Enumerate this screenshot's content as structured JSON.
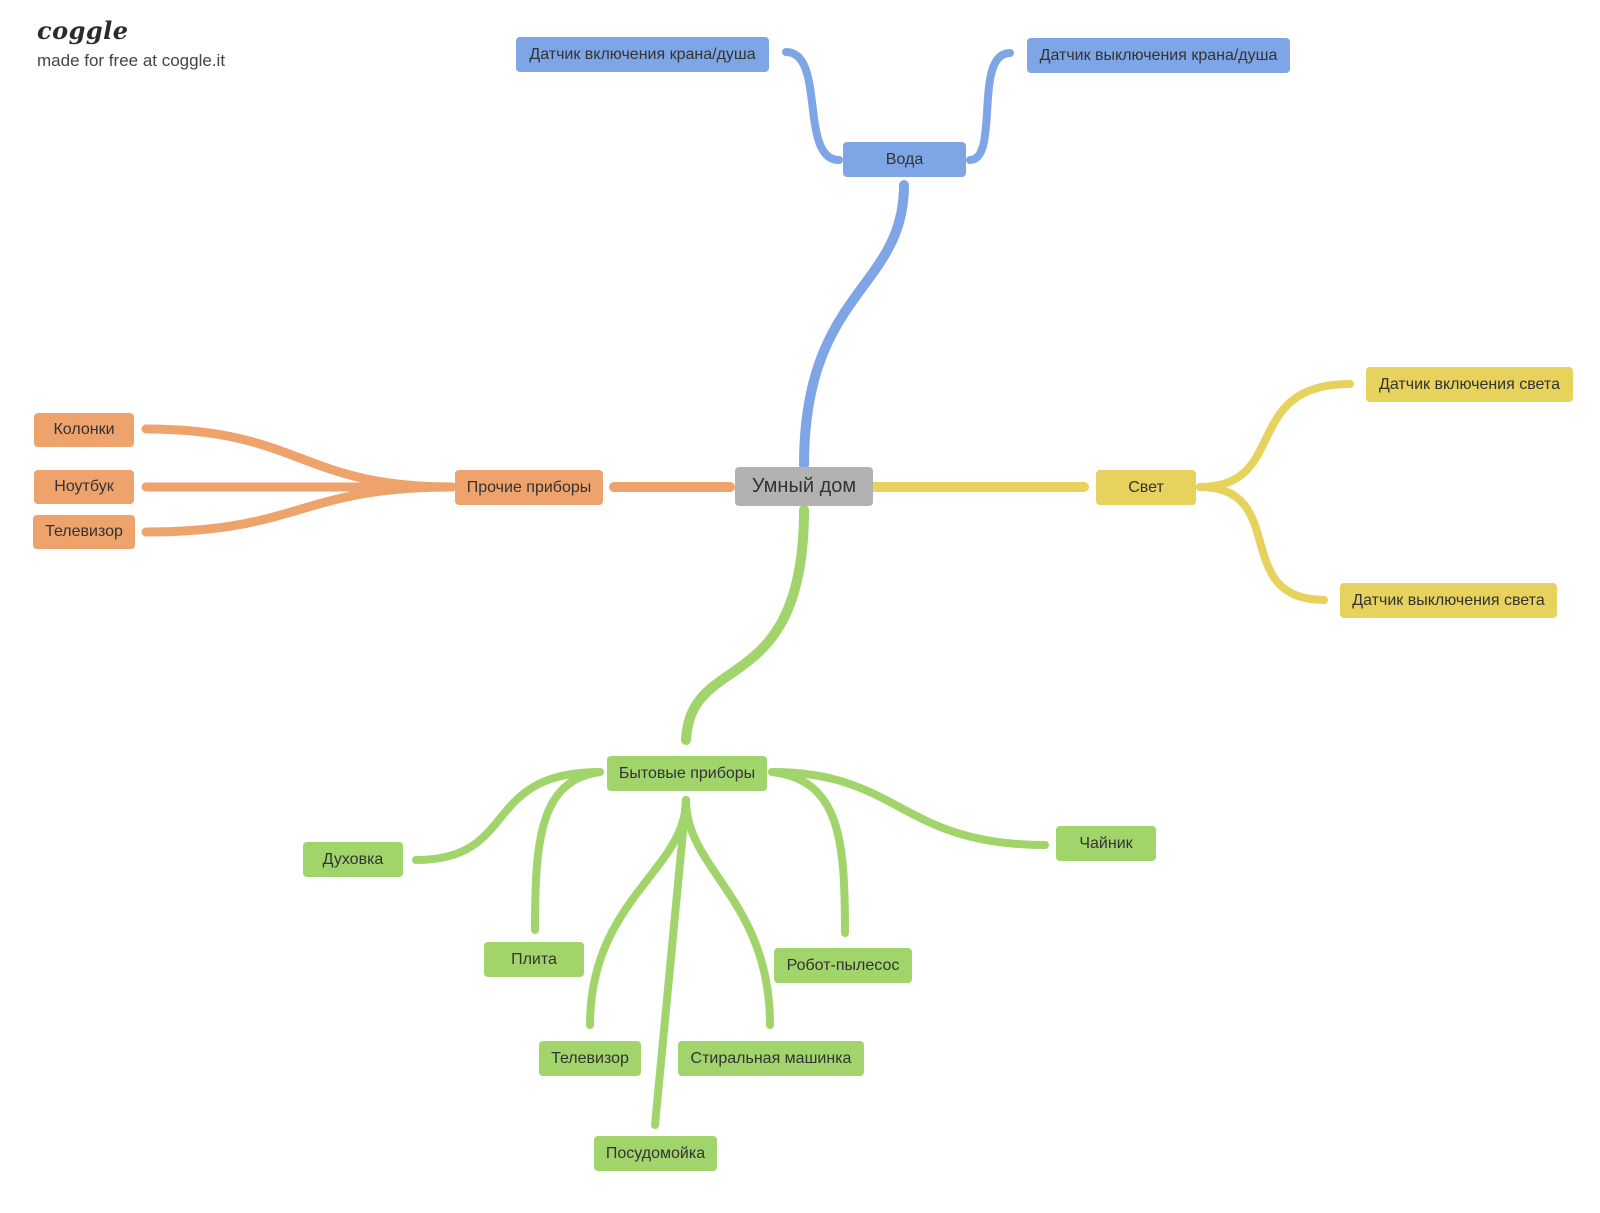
{
  "brand": {
    "logo": "coggle",
    "tagline": "made for free at coggle.it"
  },
  "colors": {
    "root": "#b2b2b2",
    "water": "#7ea6e6",
    "light": "#e6d25c",
    "other": "#eea26c",
    "home": "#a2d46c"
  },
  "root": {
    "label": "Умный дом"
  },
  "water": {
    "label": "Вода",
    "sensor_on": "Датчик включения крана/душа",
    "sensor_off": "Датчик выключения крана/душа"
  },
  "light": {
    "label": "Свет",
    "sensor_on": "Датчик включения света",
    "sensor_off": "Датчик выключения света"
  },
  "other_devices": {
    "label": "Прочие приборы",
    "speakers": "Колонки",
    "laptop": "Ноутбук",
    "tv": "Телевизор"
  },
  "household": {
    "label": "Бытовые приборы",
    "oven": "Духовка",
    "stove": "Плита",
    "tv": "Телевизор",
    "dishwasher": "Посудомойка",
    "washer": "Стиральная машинка",
    "robot_vacuum": "Робот-пылесос",
    "kettle": "Чайник"
  }
}
